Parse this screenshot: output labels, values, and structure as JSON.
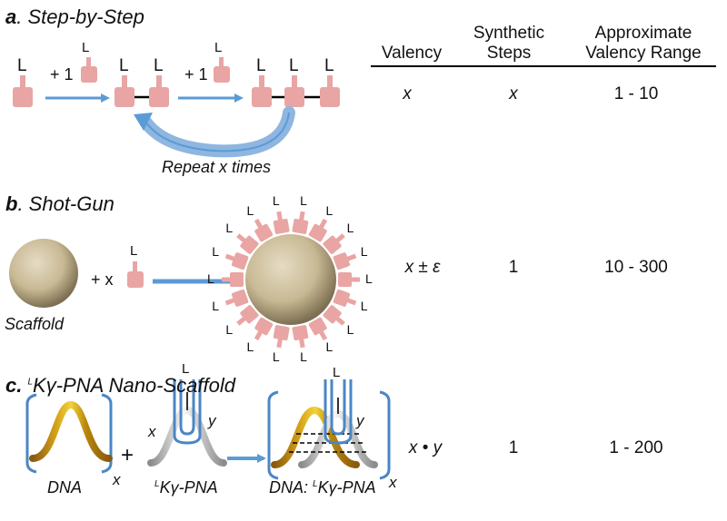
{
  "sections": {
    "a": {
      "letter": "a",
      "title": ". Step-by-Step",
      "plus_one_1": "+ 1",
      "plus_one_2": "+ 1",
      "repeat": "Repeat x times"
    },
    "b": {
      "letter": "b",
      "title": ". Shot-Gun",
      "plus_x": "+ x",
      "scaffold": "Scaffold"
    },
    "c": {
      "letter": "c",
      "title_sup": "L",
      "title": "Kγ-PNA Nano-Scaffold",
      "plus": "+",
      "dna": "DNA",
      "pna_sup": "L",
      "pna": "Kγ-PNA",
      "complex_prefix": "DNA: ",
      "complex_sup": "L",
      "complex_pna": "Kγ-PNA",
      "x_label": "x",
      "y_label": "y"
    }
  },
  "ligand_label": "L",
  "table": {
    "headers": {
      "valency": "Valency",
      "steps": "Synthetic Steps",
      "range": "Approximate Valency Range"
    },
    "rows": [
      {
        "valency": "x",
        "steps": "x",
        "range": "1 - 10"
      },
      {
        "valency": "x ± ε",
        "steps": "1",
        "range": "10 - 300"
      },
      {
        "valency": "x • y",
        "steps": "1",
        "range": "1 - 200"
      }
    ]
  },
  "colors": {
    "ligand": "#e8a5a3",
    "arrow": "#5b9bd5",
    "bracket": "#4a86c5"
  }
}
